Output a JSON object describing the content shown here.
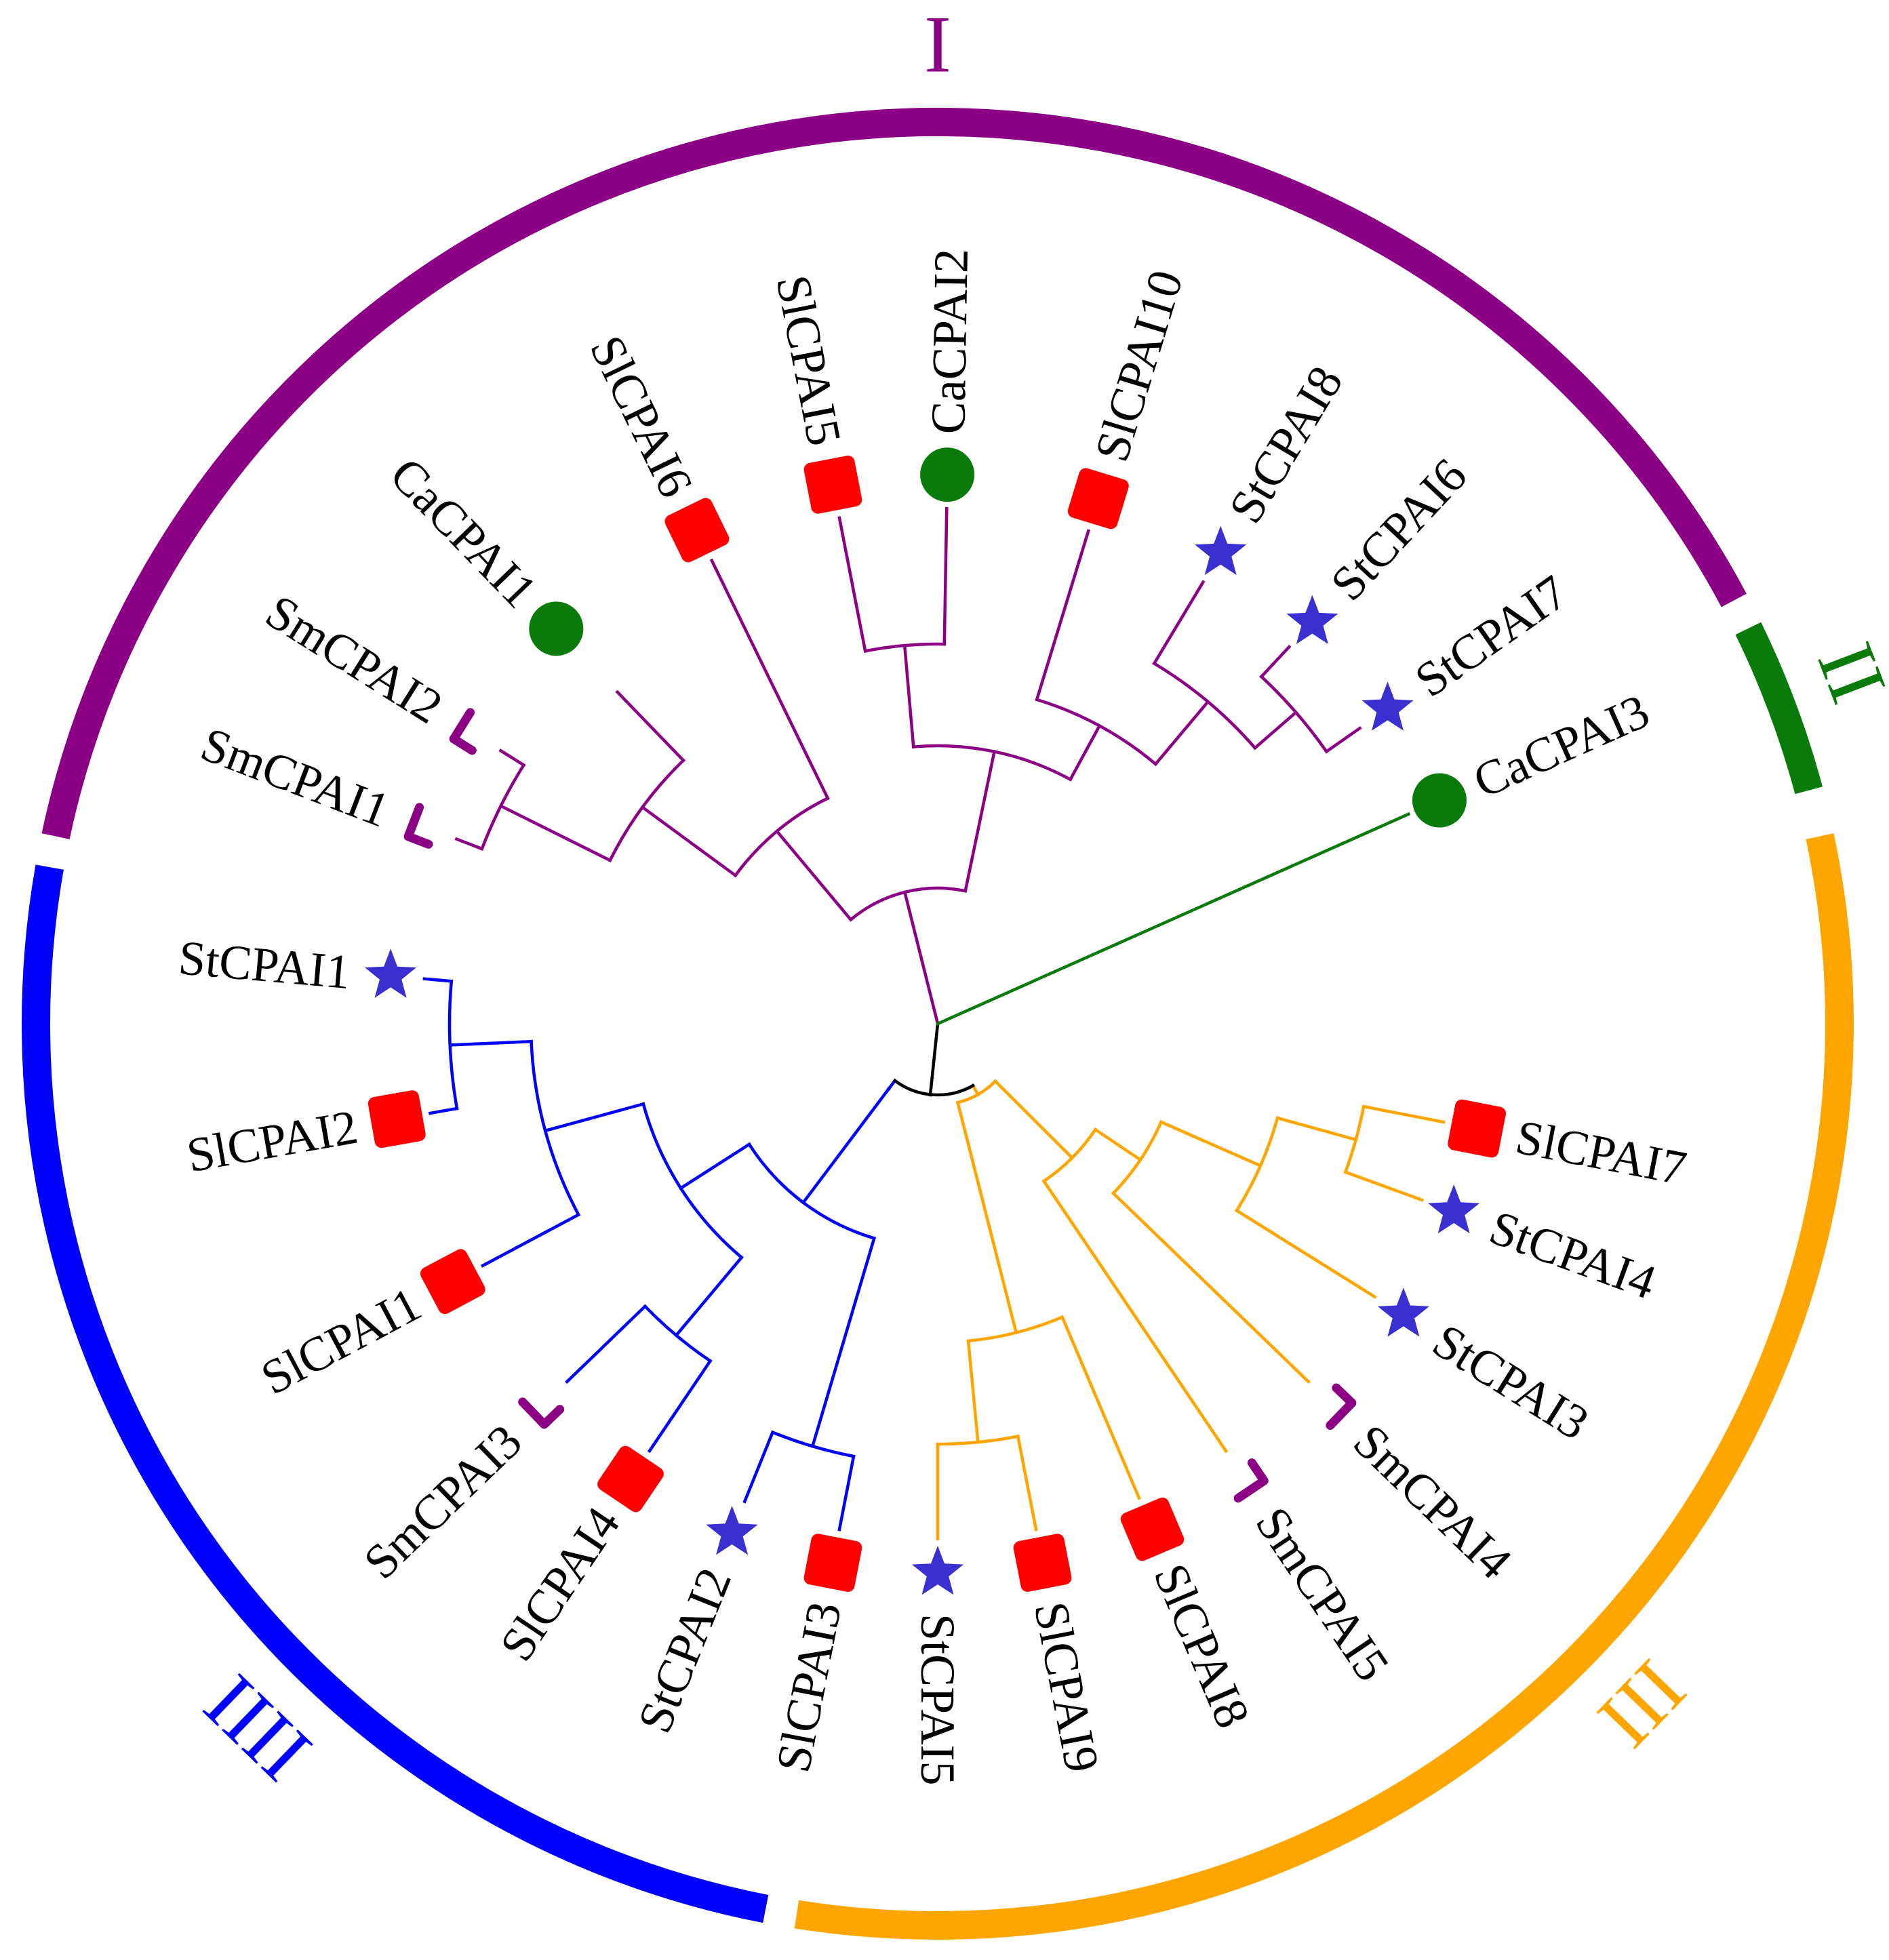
{
  "colors": {
    "I": "#8B0084",
    "II": "#0A7A0A",
    "III": "#FFA500",
    "IIII": "#0000FF",
    "root": "#000000",
    "Sl": "#FF0000",
    "St": "#3A2FD1",
    "Ca": "#0A7A0A",
    "Sm": "#8B0084"
  },
  "marker_shapes": {
    "Sl": "square",
    "St": "star",
    "Ca": "circle",
    "Sm": "chevron"
  },
  "clades": [
    {
      "id": "I",
      "label": "I"
    },
    {
      "id": "II",
      "label": "II"
    },
    {
      "id": "III",
      "label": "III"
    },
    {
      "id": "IIII",
      "label": "IIII"
    }
  ],
  "leaves": [
    {
      "name": "SlCPAI7",
      "species": "Sl",
      "clade": "III"
    },
    {
      "name": "StCPAI4",
      "species": "St",
      "clade": "III"
    },
    {
      "name": "StCPAI3",
      "species": "St",
      "clade": "III"
    },
    {
      "name": "SmCPAI4",
      "species": "Sm",
      "clade": "III"
    },
    {
      "name": "SmCPAI5",
      "species": "Sm",
      "clade": "III"
    },
    {
      "name": "SlCPAI8",
      "species": "Sl",
      "clade": "III"
    },
    {
      "name": "SlCPAI9",
      "species": "Sl",
      "clade": "III"
    },
    {
      "name": "StCPAI5",
      "species": "St",
      "clade": "III"
    },
    {
      "name": "SlCPAI3",
      "species": "Sl",
      "clade": "IIII"
    },
    {
      "name": "StCPAI2",
      "species": "St",
      "clade": "IIII"
    },
    {
      "name": "SlCPAI4",
      "species": "Sl",
      "clade": "IIII"
    },
    {
      "name": "SmCPAI3",
      "species": "Sm",
      "clade": "IIII"
    },
    {
      "name": "SlCPAI1",
      "species": "Sl",
      "clade": "IIII"
    },
    {
      "name": "SlCPAI2",
      "species": "Sl",
      "clade": "IIII"
    },
    {
      "name": "StCPAI1",
      "species": "St",
      "clade": "IIII"
    },
    {
      "name": "SmCPAI1",
      "species": "Sm",
      "clade": "I"
    },
    {
      "name": "SmCPAI2",
      "species": "Sm",
      "clade": "I"
    },
    {
      "name": "CaCPAI1",
      "species": "Ca",
      "clade": "I"
    },
    {
      "name": "SlCPAI6",
      "species": "Sl",
      "clade": "I"
    },
    {
      "name": "SlCPAI5",
      "species": "Sl",
      "clade": "I"
    },
    {
      "name": "CaCPAI2",
      "species": "Ca",
      "clade": "I"
    },
    {
      "name": "SlCPAI10",
      "species": "Sl",
      "clade": "I"
    },
    {
      "name": "StCPAI8",
      "species": "St",
      "clade": "I"
    },
    {
      "name": "StCPAI6",
      "species": "St",
      "clade": "I"
    },
    {
      "name": "StCPAI7",
      "species": "St",
      "clade": "I"
    },
    {
      "name": "CaCPAI3",
      "species": "Ca",
      "clade": "II"
    }
  ]
}
